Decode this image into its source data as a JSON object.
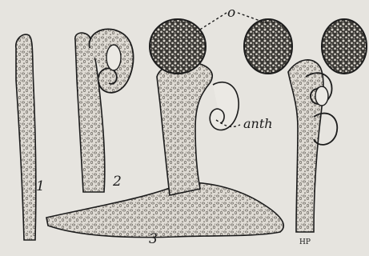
{
  "figure": {
    "labels": {
      "fig1": "1",
      "fig2": "2",
      "fig3": "3",
      "oogonium": "o",
      "antheridium": "anth"
    },
    "monogram": "HP",
    "colors": {
      "paper": "#e6e4df",
      "ink": "#1c1c1c",
      "stipple": "#8f8b84"
    }
  }
}
